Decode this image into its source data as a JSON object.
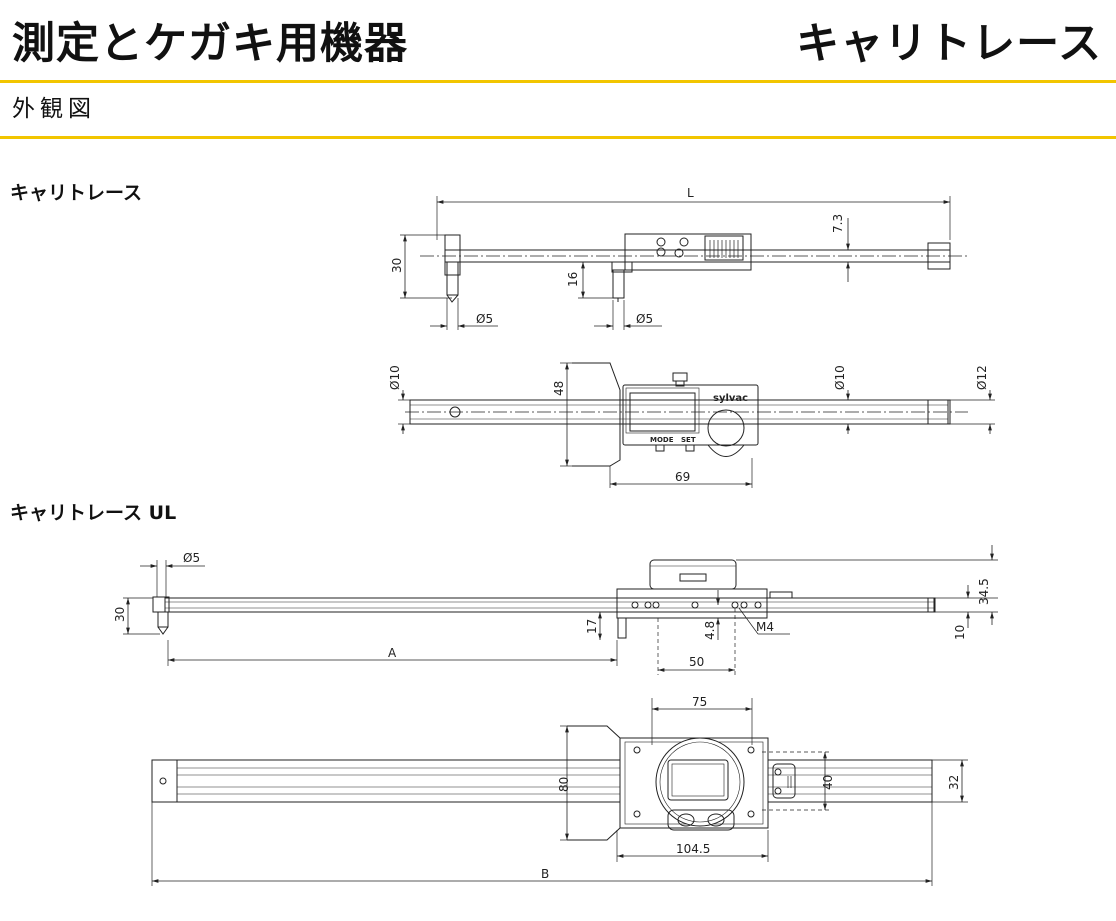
{
  "header": {
    "title_left": "測定とケガキ用機器",
    "title_right": "キャリトレース",
    "subtitle": "外観図",
    "accent_color": "#f2c500"
  },
  "sections": {
    "caliper": {
      "heading": "キャリトレース",
      "dims": {
        "L": "L",
        "d73": "7.3",
        "d30": "30",
        "d16": "16",
        "phi5a": "Ø5",
        "phi5b": "Ø5",
        "phi10a": "Ø10",
        "d48": "48",
        "phi10b": "Ø10",
        "phi12": "Ø12",
        "d69": "69"
      },
      "labels": {
        "brand": "sylvac",
        "mode": "MODE",
        "set": "SET"
      }
    },
    "caliper_ul": {
      "heading": "キャリトレース UL",
      "dims": {
        "phi5": "Ø5",
        "d30": "30",
        "d17": "17",
        "A": "A",
        "d48": "4.8",
        "d50": "50",
        "M4": "M4",
        "d345": "34.5",
        "d10": "10",
        "d75": "75",
        "d80": "80",
        "d40": "40",
        "d32": "32",
        "d1045": "104.5",
        "B": "B"
      }
    }
  }
}
